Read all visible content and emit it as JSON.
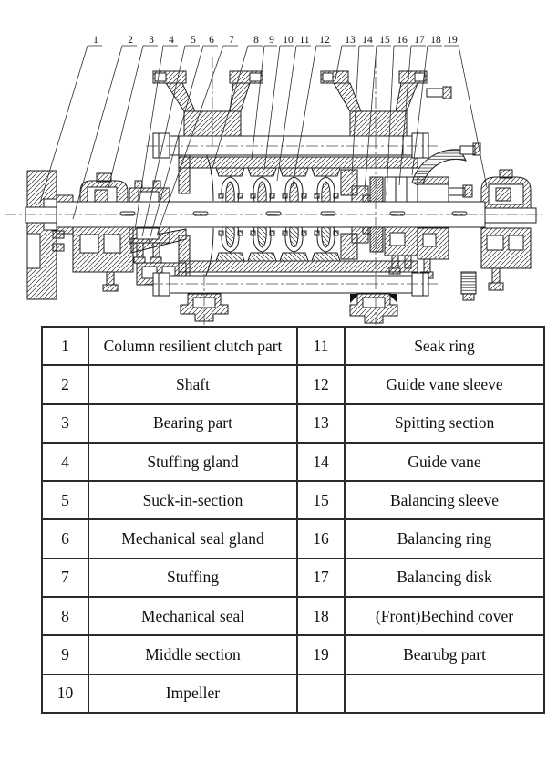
{
  "diagram": {
    "callouts": [
      "1",
      "2",
      "3",
      "4",
      "5",
      "6",
      "7",
      "8",
      "9",
      "10",
      "11",
      "12",
      "13",
      "14",
      "15",
      "16",
      "17",
      "18",
      "19"
    ]
  },
  "table": {
    "rows": [
      {
        "no_left": "1",
        "name_left": "Column resilient clutch part",
        "no_right": "11",
        "name_right": "Seak ring"
      },
      {
        "no_left": "2",
        "name_left": "Shaft",
        "no_right": "12",
        "name_right": "Guide vane sleeve"
      },
      {
        "no_left": "3",
        "name_left": "Bearing part",
        "no_right": "13",
        "name_right": "Spitting section"
      },
      {
        "no_left": "4",
        "name_left": "Stuffing gland",
        "no_right": "14",
        "name_right": "Guide vane"
      },
      {
        "no_left": "5",
        "name_left": "Suck-in-section",
        "no_right": "15",
        "name_right": "Balancing sleeve"
      },
      {
        "no_left": "6",
        "name_left": "Mechanical seal gland",
        "no_right": "16",
        "name_right": "Balancing ring"
      },
      {
        "no_left": "7",
        "name_left": "Stuffing",
        "no_right": "17",
        "name_right": "Balancing disk"
      },
      {
        "no_left": "8",
        "name_left": "Mechanical seal",
        "no_right": "18",
        "name_right": "(Front)Bechind cover"
      },
      {
        "no_left": "9",
        "name_left": "Middle section",
        "no_right": "19",
        "name_right": "Bearubg part"
      },
      {
        "no_left": "10",
        "name_left": "Impeller",
        "no_right": "",
        "name_right": ""
      }
    ]
  },
  "colors": {
    "line": "#1d1d1d",
    "background": "#ffffff"
  }
}
